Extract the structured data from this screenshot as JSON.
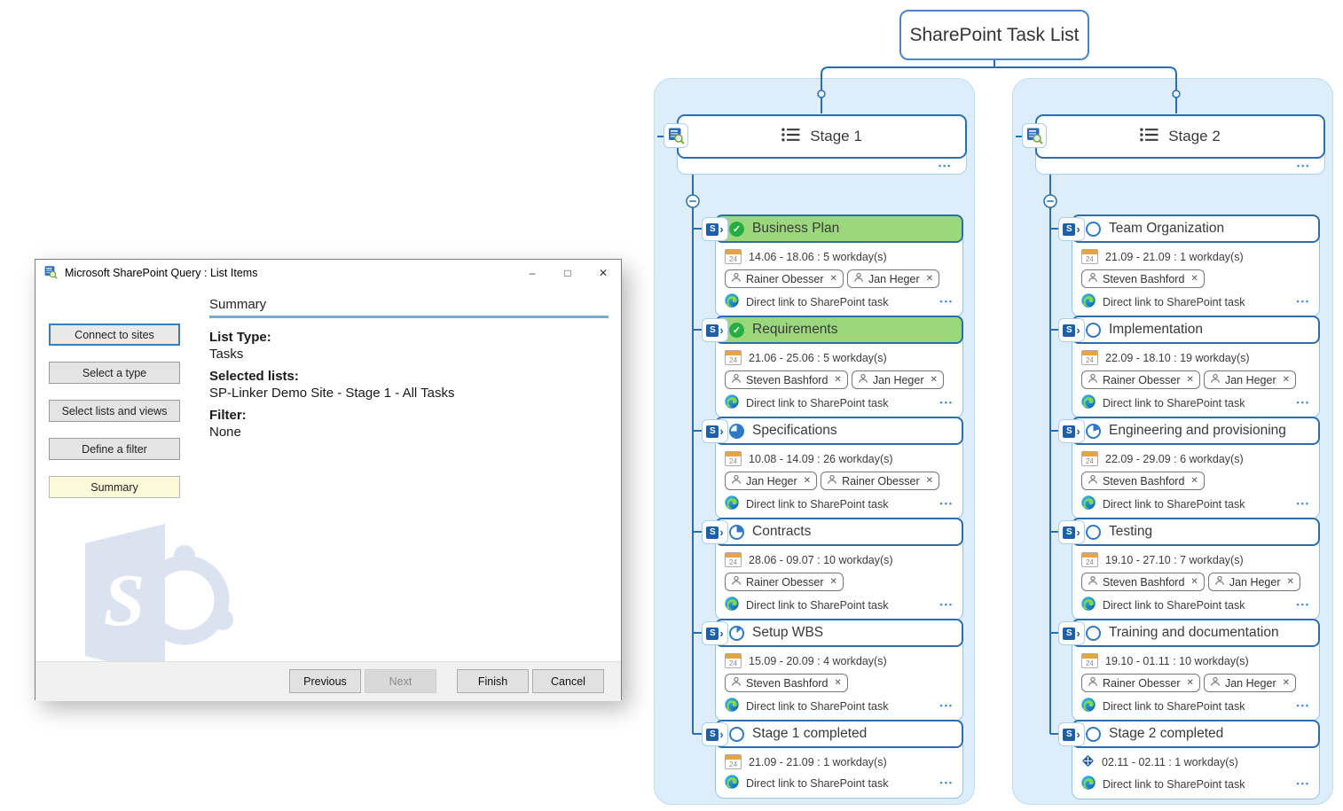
{
  "dialog": {
    "title": "Microsoft SharePoint Query : List Items",
    "title_icon": "sharepoint-query-icon",
    "window_controls": [
      {
        "name": "minimize",
        "glyph": "–"
      },
      {
        "name": "maximize",
        "glyph": "□"
      },
      {
        "name": "close",
        "glyph": "✕"
      }
    ],
    "steps": [
      {
        "label": "Connect to sites",
        "state": "focused"
      },
      {
        "label": "Select a type",
        "state": "normal"
      },
      {
        "label": "Select lists and views",
        "state": "normal"
      },
      {
        "label": "Define a filter",
        "state": "normal"
      },
      {
        "label": "Summary",
        "state": "active"
      }
    ],
    "content": {
      "heading": "Summary",
      "fields": [
        {
          "label": "List Type:",
          "value": "Tasks"
        },
        {
          "label": "Selected lists:",
          "value": "SP-Linker Demo Site - Stage 1 - All Tasks"
        },
        {
          "label": "Filter:",
          "value": "None"
        }
      ]
    },
    "footer_buttons": [
      {
        "label": "Previous",
        "enabled": true
      },
      {
        "label": "Next",
        "enabled": false
      },
      {
        "label": "Finish",
        "enabled": true
      },
      {
        "label": "Cancel",
        "enabled": true
      }
    ]
  },
  "map": {
    "root_label": "SharePoint Task List",
    "link_label": "Direct link to SharePoint task",
    "stages": [
      {
        "label": "Stage 1",
        "icon": "list-icon",
        "badge_icon": "sharepoint-query-icon",
        "tasks": [
          {
            "title": "Business Plan",
            "status": "progress-100",
            "highlighted": true,
            "date_icon": "calendar",
            "dates": "14.06 - 18.06 : 5 workday(s)",
            "resources": [
              "Rainer Obesser",
              "Jan Heger"
            ]
          },
          {
            "title": "Requirements",
            "status": "progress-100",
            "highlighted": true,
            "date_icon": "calendar",
            "dates": "21.06 - 25.06 : 5 workday(s)",
            "resources": [
              "Steven Bashford",
              "Jan Heger"
            ]
          },
          {
            "title": "Specifications",
            "status": "progress-75",
            "highlighted": false,
            "date_icon": "calendar",
            "dates": "10.08 - 14.09 : 26 workday(s)",
            "resources": [
              "Jan Heger",
              "Rainer Obesser"
            ]
          },
          {
            "title": "Contracts",
            "status": "progress-25",
            "highlighted": false,
            "date_icon": "calendar",
            "dates": "28.06 - 09.07 : 10 workday(s)",
            "resources": [
              "Rainer Obesser"
            ]
          },
          {
            "title": "Setup WBS",
            "status": "progress-12",
            "highlighted": false,
            "date_icon": "calendar",
            "dates": "15.09 - 20.09 : 4 workday(s)",
            "resources": [
              "Steven Bashford"
            ]
          },
          {
            "title": "Stage 1 completed",
            "status": "progress-0",
            "highlighted": false,
            "date_icon": "calendar",
            "dates": "21.09 - 21.09 : 1 workday(s)",
            "resources": []
          }
        ]
      },
      {
        "label": "Stage 2",
        "icon": "list-icon",
        "badge_icon": "sharepoint-query-icon",
        "tasks": [
          {
            "title": "Team Organization",
            "status": "progress-0",
            "highlighted": false,
            "date_icon": "calendar",
            "dates": "21.09 - 21.09 : 1 workday(s)",
            "resources": [
              "Steven Bashford"
            ]
          },
          {
            "title": "Implementation",
            "status": "progress-0",
            "highlighted": false,
            "date_icon": "calendar",
            "dates": "22.09 - 18.10 : 19 workday(s)",
            "resources": [
              "Rainer Obesser",
              "Jan Heger"
            ]
          },
          {
            "title": "Engineering and provisioning",
            "status": "progress-20",
            "highlighted": false,
            "date_icon": "calendar",
            "dates": "22.09 - 29.09 : 6 workday(s)",
            "resources": [
              "Steven Bashford"
            ]
          },
          {
            "title": "Testing",
            "status": "progress-0",
            "highlighted": false,
            "date_icon": "calendar",
            "dates": "19.10 - 27.10 : 7 workday(s)",
            "resources": [
              "Steven Bashford",
              "Jan Heger"
            ]
          },
          {
            "title": "Training and documentation",
            "status": "progress-0",
            "highlighted": false,
            "date_icon": "calendar",
            "dates": "19.10 - 01.11 : 10 workday(s)",
            "resources": [
              "Rainer Obesser",
              "Jan Heger"
            ]
          },
          {
            "title": "Stage 2 completed",
            "status": "progress-0",
            "highlighted": false,
            "date_icon": "milestone",
            "dates": "02.11 - 02.11 : 1 workday(s)",
            "resources": []
          }
        ]
      }
    ]
  },
  "colors": {
    "accent_blue": "#2a6fad",
    "container_fill": "#ddeefa",
    "completed_green": "#9bd87d",
    "check_green": "#27ae43",
    "progress_blue": "#2f7ac2",
    "link_dots_blue": "#3f8ed6"
  }
}
